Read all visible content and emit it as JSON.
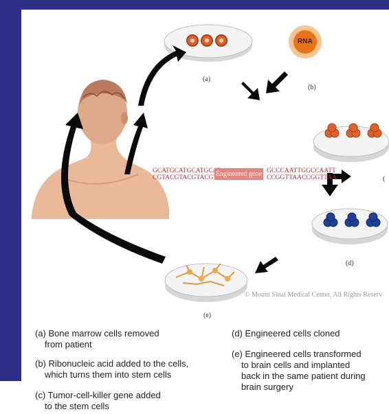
{
  "diagram": {
    "rna_label": "RNA",
    "dna_left_line1": "GCATGCATGCATGCAT",
    "dna_left_line2": "CGTACGTACGTACGTA",
    "gene_label": "Engineered gene",
    "dna_right_line1": "GCCCAATTGGCCAATT",
    "dna_right_line2": "CCGGTTAACCGGTTAA",
    "step_labels": {
      "a": "(a)",
      "b": "(b)",
      "c": "(",
      "d": "(d)",
      "e": "(e)"
    },
    "credit": "© Mount Sinai Medical Center, All Rights Reserv"
  },
  "captions": {
    "a": {
      "line1": "(a) Bone marrow cells removed",
      "line2": "from patient"
    },
    "b": {
      "line1": "(b) Ribonucleic acid added to the cells,",
      "line2": "which turns them into stem cells"
    },
    "c": {
      "line1": "(c) Tumor-cell-killer gene added",
      "line2": "to the stem cells"
    },
    "d": {
      "line1": "(d) Engineered cells cloned"
    },
    "e": {
      "line1": "(e) Engineered cells transformed",
      "line2": "to brain cells and implanted",
      "line3": "back in the same patient during",
      "line4": "brain surgery"
    }
  },
  "colors": {
    "frame": "#2f2e87",
    "dna_red": "#c0272d",
    "gene_box": "#e8837d",
    "orange_cells": "#e0622a",
    "blue_cells": "#1f3f9a"
  }
}
